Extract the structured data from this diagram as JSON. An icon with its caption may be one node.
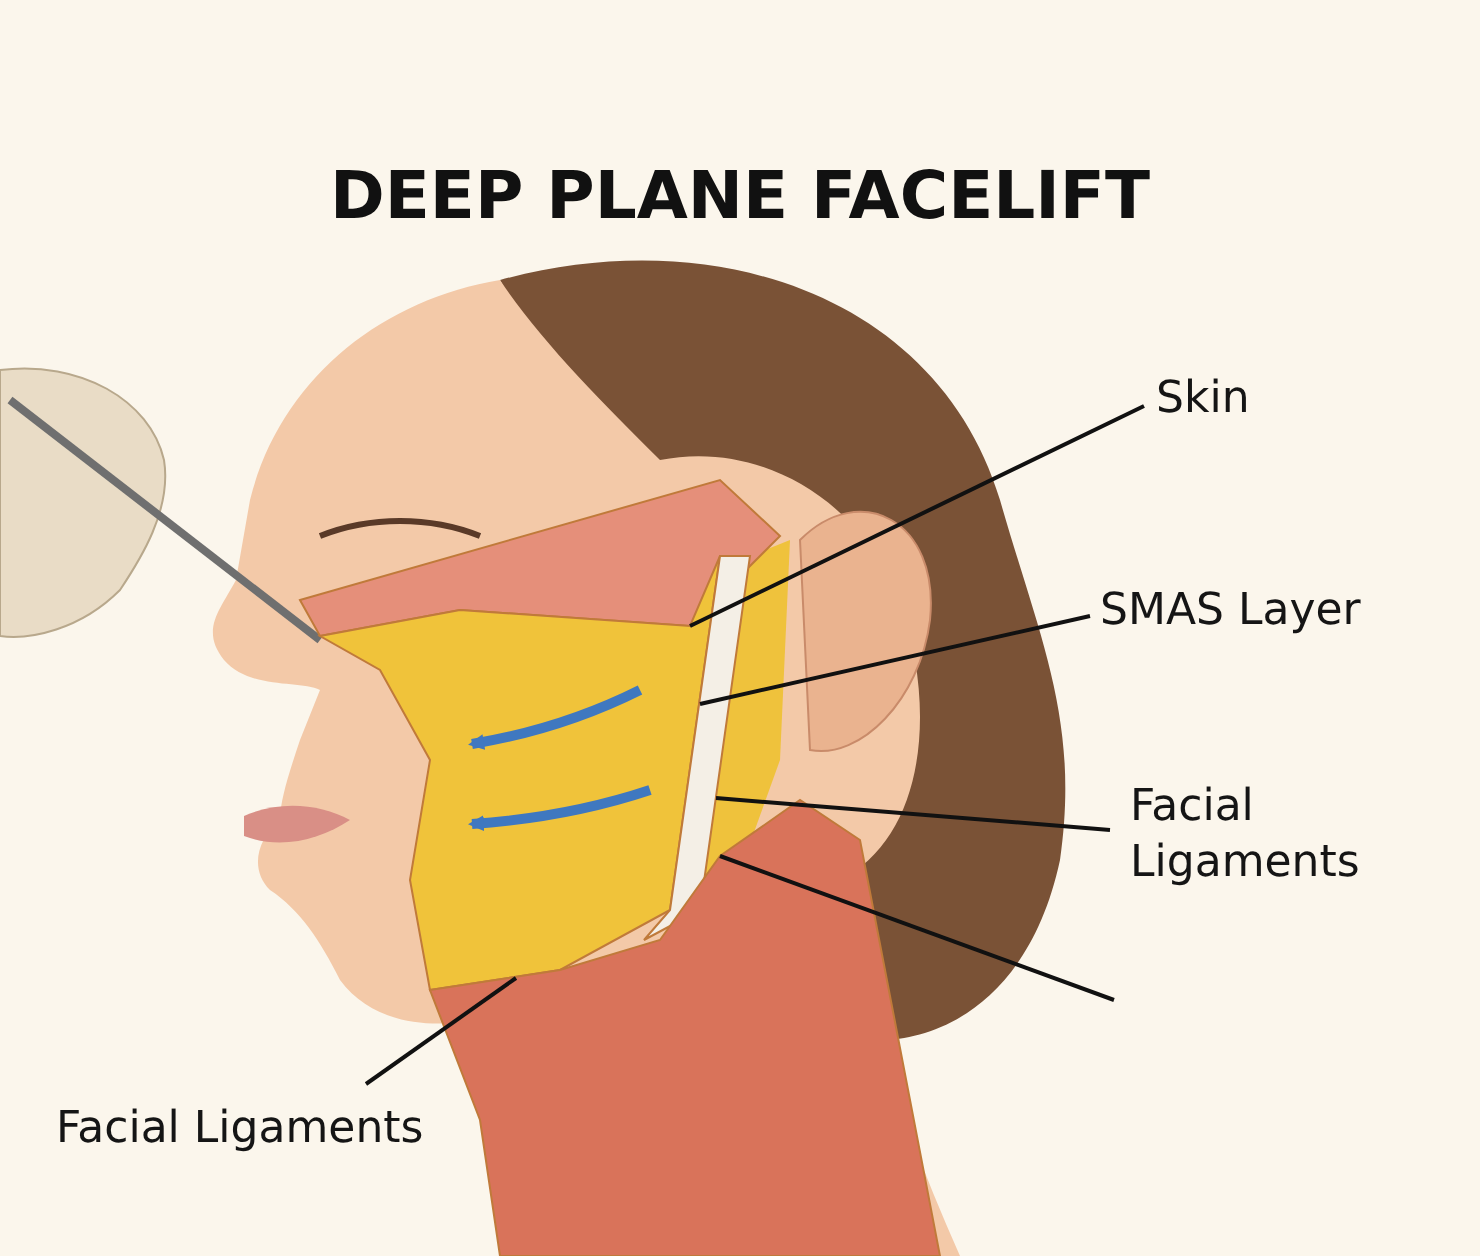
{
  "diagram": {
    "title": "DEEP PLANE FACELIFT",
    "nodes": [
      {
        "text": [
          "Skin"
        ]
      },
      {
        "text": [],
        "shape": "picture"
      },
      {
        "text": [
          "SMAS Layer"
        ]
      },
      {
        "text": [],
        "shape": "picture"
      },
      {
        "text": [
          "Facial Ligaments"
        ]
      },
      {
        "text": [],
        "shape": "bar"
      },
      {
        "text": [],
        "shape": "picture"
      },
      {
        "text": [
          "Facial Ligaments"
        ]
      }
    ],
    "edges": [
      {
        "from": 0,
        "to": 1,
        "arrow": "none"
      },
      {
        "from": 2,
        "to": 3,
        "arrow": "none"
      },
      {
        "from": 4,
        "to": 5,
        "arrow": "none"
      },
      {
        "from": null,
        "to": 6,
        "arrow": "none"
      },
      {
        "from": 7,
        "to": 6,
        "arrow": "none"
      }
    ]
  }
}
